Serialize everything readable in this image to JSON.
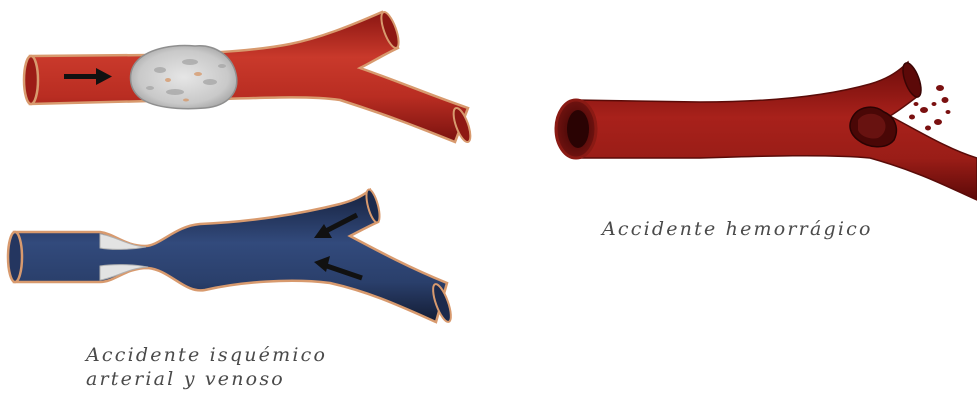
{
  "captions": {
    "ischemic_line1": "Accidente isquémico",
    "ischemic_line2": "arterial y venoso",
    "hemorrhagic": "Accidente hemorrágico"
  },
  "colors": {
    "artery": "#b3281f",
    "artery_dark": "#6e0c0a",
    "vein": "#2a3f6b",
    "vein_dark": "#16213d",
    "vessel_outline": "#d89a6e",
    "clot": "#cfcfcf",
    "blood_drop": "#7a1010",
    "arrow": "#111111",
    "caption_text": "#4a4a4a"
  },
  "icons": {
    "flow_arrow": "right-arrow",
    "return_arrow": "left-arrow"
  }
}
